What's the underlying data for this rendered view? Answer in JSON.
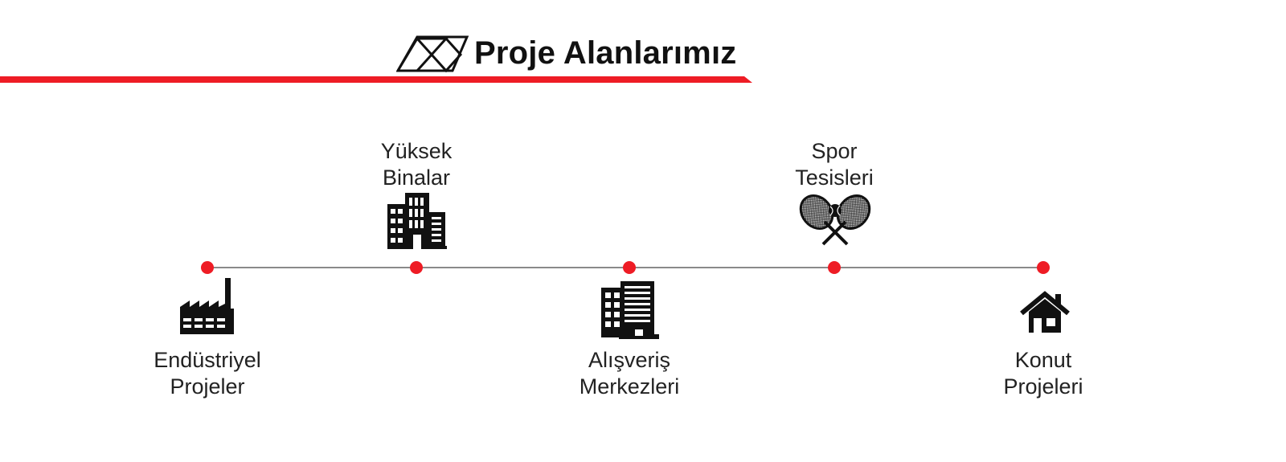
{
  "header": {
    "title": "Proje Alanlarımız",
    "accent_color": "#ee1c25",
    "logo_icon": "truss-logo-icon"
  },
  "timeline": {
    "dot_color": "#ee1c25",
    "line_color": "#8a8a8a",
    "items": [
      {
        "line1": "Endüstriyel",
        "line2": "Projeler",
        "icon": "factory-icon",
        "placement": "below"
      },
      {
        "line1": "Yüksek",
        "line2": "Binalar",
        "icon": "high-rise-buildings-icon",
        "placement": "above"
      },
      {
        "line1": "Alışveriş",
        "line2": "Merkezleri",
        "icon": "shopping-center-building-icon",
        "placement": "below"
      },
      {
        "line1": "Spor",
        "line2": "Tesisleri",
        "icon": "tennis-rackets-icon",
        "placement": "above"
      },
      {
        "line1": "Konut",
        "line2": "Projeleri",
        "icon": "house-icon",
        "placement": "below"
      }
    ]
  }
}
